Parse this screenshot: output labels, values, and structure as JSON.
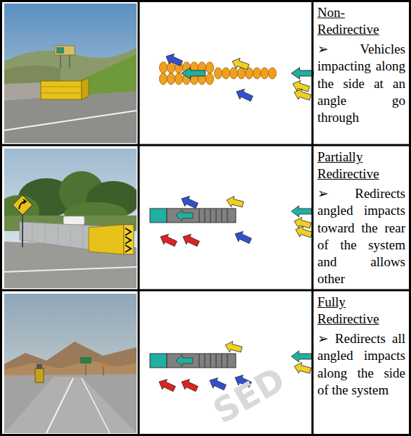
{
  "diagram": {
    "nodes": [
      {
        "text": [
          "Non-Redirective",
          "➢ Vehicles impacting along the side at an angle go through"
        ]
      },
      {
        "text": [
          "Partially Redirective",
          "➢ Redirects angled impacts toward the rear of the system and allows other"
        ]
      },
      {
        "text": [
          "Fully Redirective",
          "➢ Redirects all angled impacts along the side of the system"
        ]
      }
    ],
    "labels": [
      "SED"
    ]
  }
}
